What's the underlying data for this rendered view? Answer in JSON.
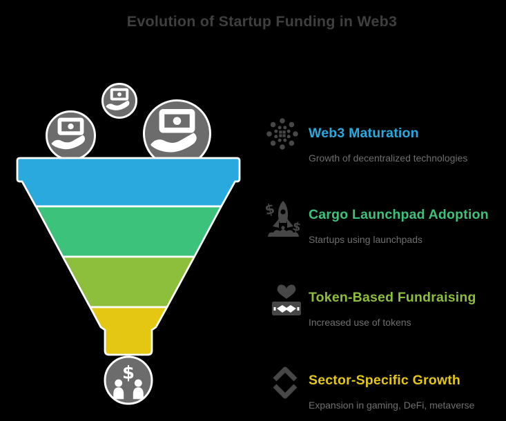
{
  "title": "Evolution of Startup Funding in Web3",
  "palette": {
    "background": "#000000",
    "title_text": "#3F3F3F",
    "subtitle_text": "#6F6F6F",
    "legend_icon_gray": "#474747",
    "decoration_circle_gray": "#6C6C6C",
    "decoration_icon_white": "#FFFFFF",
    "blue": "#29A9DE",
    "green": "#3DC27C",
    "olive": "#8DBE3C",
    "yellow": "#E3C713"
  },
  "funnel": {
    "type": "funnel",
    "orientation": "top-wide-to-bottom-narrow",
    "segments": [
      {
        "order": 1,
        "label": "Web3 Maturation",
        "color": "#29A9DE"
      },
      {
        "order": 2,
        "label": "Cargo Launchpad Adoption",
        "color": "#3DC27C"
      },
      {
        "order": 3,
        "label": "Token-Based Fundraising",
        "color": "#8DBE3C"
      },
      {
        "order": 4,
        "label": "Sector-Specific Growth",
        "color": "#E3C713"
      }
    ],
    "decorations": [
      {
        "icon": "hand-money-circle-icon",
        "position": "above-funnel-left"
      },
      {
        "icon": "hand-money-circle-icon",
        "position": "above-funnel-small"
      },
      {
        "icon": "hand-money-circle-icon",
        "position": "above-funnel-right-large"
      },
      {
        "icon": "people-dollar-exchange-circle-icon",
        "position": "below-funnel-spout"
      }
    ]
  },
  "items": [
    {
      "heading": "Web3 Maturation",
      "description": "Growth of decentralized technologies",
      "color": "#29A9DE",
      "icon": "decentralized-network-icon"
    },
    {
      "heading": "Cargo Launchpad Adoption",
      "description": "Startups using launchpads",
      "color": "#3DC27C",
      "icon": "rocket-launchpad-icon"
    },
    {
      "heading": "Token-Based Fundraising",
      "description": "Increased use of tokens",
      "color": "#8DBE3C",
      "icon": "heart-handshake-money-icon"
    },
    {
      "heading": "Sector-Specific Growth",
      "description": "Expansion in gaming, DeFi, metaverse",
      "color": "#E3C713",
      "icon": "up-down-chevrons-icon"
    }
  ]
}
